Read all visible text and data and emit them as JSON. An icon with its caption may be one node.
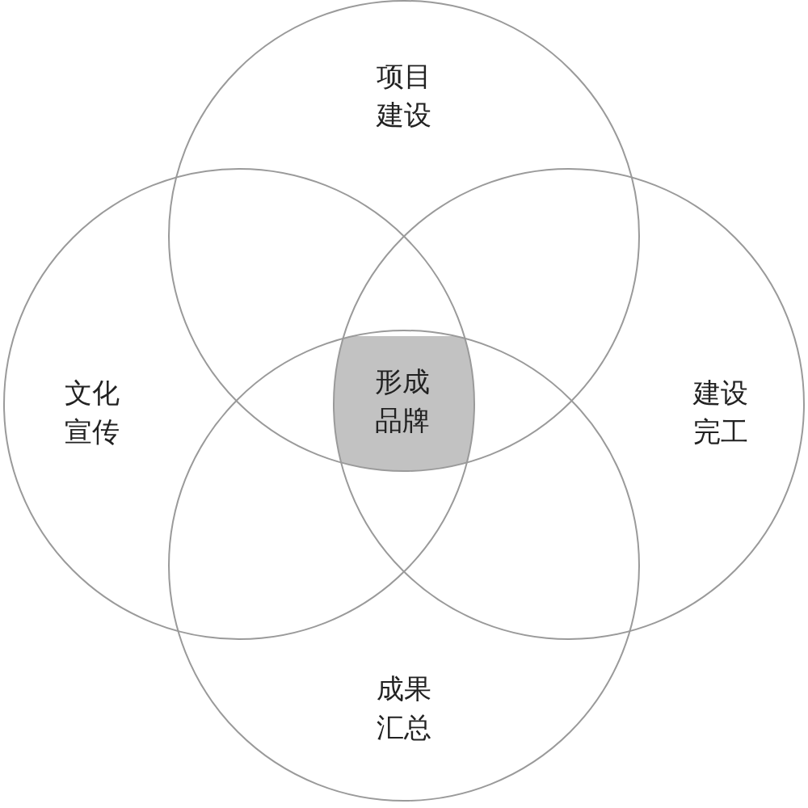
{
  "diagram": {
    "nodes": [
      {
        "text": [
          "项目建设"
        ]
      },
      {
        "text": [
          "文化宣传"
        ]
      },
      {
        "text": [
          "形成品牌"
        ]
      },
      {
        "text": [
          "建设完工"
        ]
      },
      {
        "text": [
          "成果汇总"
        ]
      }
    ]
  }
}
